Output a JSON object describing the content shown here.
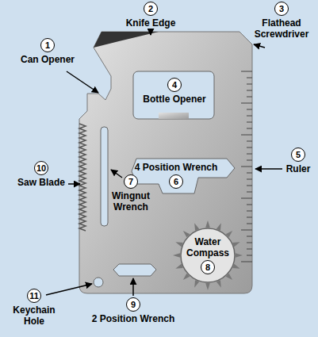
{
  "diagram": {
    "nodes": [
      {
        "text": [
          "1",
          "Can Opener"
        ]
      },
      {
        "text": [
          "2",
          "Knife Edge"
        ]
      },
      {
        "text": [
          "3",
          "Flathead Screwdriver"
        ]
      },
      {
        "text": [
          "4",
          "Bottle Opener"
        ]
      },
      {
        "text": [
          "5",
          "Ruler"
        ]
      },
      {
        "text": [
          "6",
          "4 Position Wrench"
        ]
      },
      {
        "text": [
          "7",
          "Wingnut Wrench"
        ]
      },
      {
        "text": [
          "8",
          "Water Compass"
        ]
      },
      {
        "text": [
          "9",
          "2 Position Wrench"
        ]
      },
      {
        "text": [
          "10",
          "Saw Blade"
        ]
      },
      {
        "text": [
          "11",
          "Keychain Hole"
        ]
      }
    ]
  }
}
